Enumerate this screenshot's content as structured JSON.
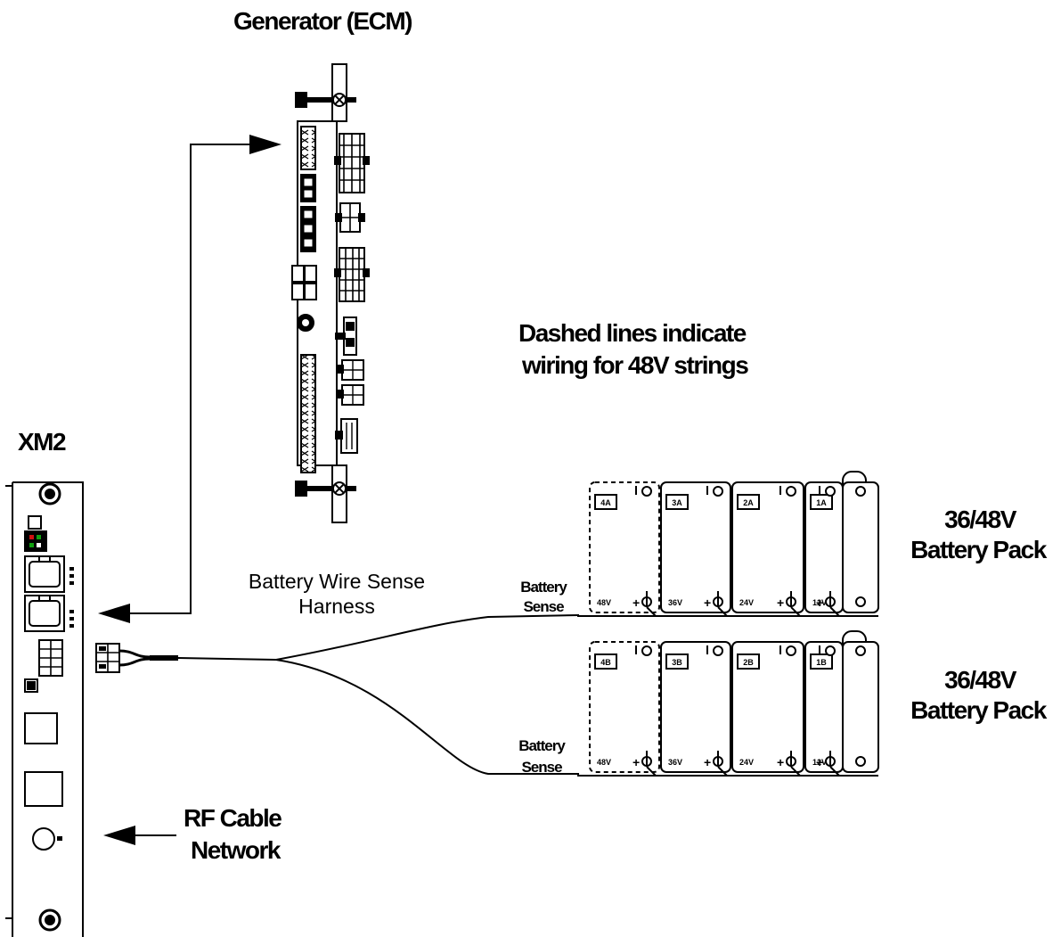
{
  "titles": {
    "generator": "Generator (ECM)",
    "xm2": "XM2"
  },
  "notes": {
    "dashed_line1": "Dashed lines indicate",
    "dashed_line2": "wiring for 48V strings"
  },
  "harness": {
    "line1": "Battery Wire Sense",
    "line2": "Harness"
  },
  "rf": {
    "line1": "RF Cable",
    "line2": "Network"
  },
  "packs": [
    {
      "line1": "36/48V",
      "line2": "Battery Pack",
      "sense_line1": "Battery",
      "sense_line2": "Sense",
      "batteries": [
        {
          "id": "4A",
          "volt": "48V",
          "dashed": true
        },
        {
          "id": "3A",
          "volt": "36V",
          "dashed": false
        },
        {
          "id": "2A",
          "volt": "24V",
          "dashed": false
        },
        {
          "id": "1A",
          "volt": "12V",
          "dashed": false
        }
      ]
    },
    {
      "line1": "36/48V",
      "line2": "Battery Pack",
      "sense_line1": "Battery",
      "sense_line2": "Sense",
      "batteries": [
        {
          "id": "4B",
          "volt": "48V",
          "dashed": true
        },
        {
          "id": "3B",
          "volt": "36V",
          "dashed": false
        },
        {
          "id": "2B",
          "volt": "24V",
          "dashed": false
        },
        {
          "id": "1B",
          "volt": "12V",
          "dashed": false
        }
      ]
    }
  ],
  "terminal_plus": "+",
  "colors": {
    "ink": "#000000",
    "led_red": "#d01010",
    "led_green": "#10a010",
    "background": "#ffffff"
  }
}
